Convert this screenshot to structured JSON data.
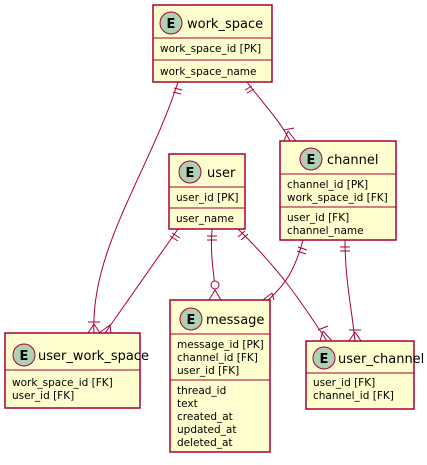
{
  "diagram": {
    "badge_letter": "E",
    "entities": {
      "work_space": {
        "name": "work_space",
        "keys": [
          "work_space_id [PK]"
        ],
        "fields": [
          "work_space_name"
        ]
      },
      "user": {
        "name": "user",
        "keys": [
          "user_id [PK]"
        ],
        "fields": [
          "user_name"
        ]
      },
      "channel": {
        "name": "channel",
        "keys": [
          "channel_id [PK]",
          "work_space_id [FK]"
        ],
        "fields": [
          "user_id [FK]",
          "channel_name"
        ]
      },
      "user_work_space": {
        "name": "user_work_space",
        "keys": [
          "work_space_id [FK]",
          "user_id [FK]"
        ],
        "fields": []
      },
      "message": {
        "name": "message",
        "keys": [
          "message_id [PK]",
          "channel_id [FK]",
          "user_id [FK]"
        ],
        "fields": [
          "thread_id",
          "text",
          "created_at",
          "updated_at",
          "deleted_at"
        ]
      },
      "user_channel": {
        "name": "user_channel",
        "keys": [
          "user_id [FK]",
          "channel_id [FK]"
        ],
        "fields": []
      }
    }
  },
  "colors": {
    "entity_fill": "#FEFECE",
    "border": "#A80036",
    "badge_fill": "#ADD1B2"
  }
}
